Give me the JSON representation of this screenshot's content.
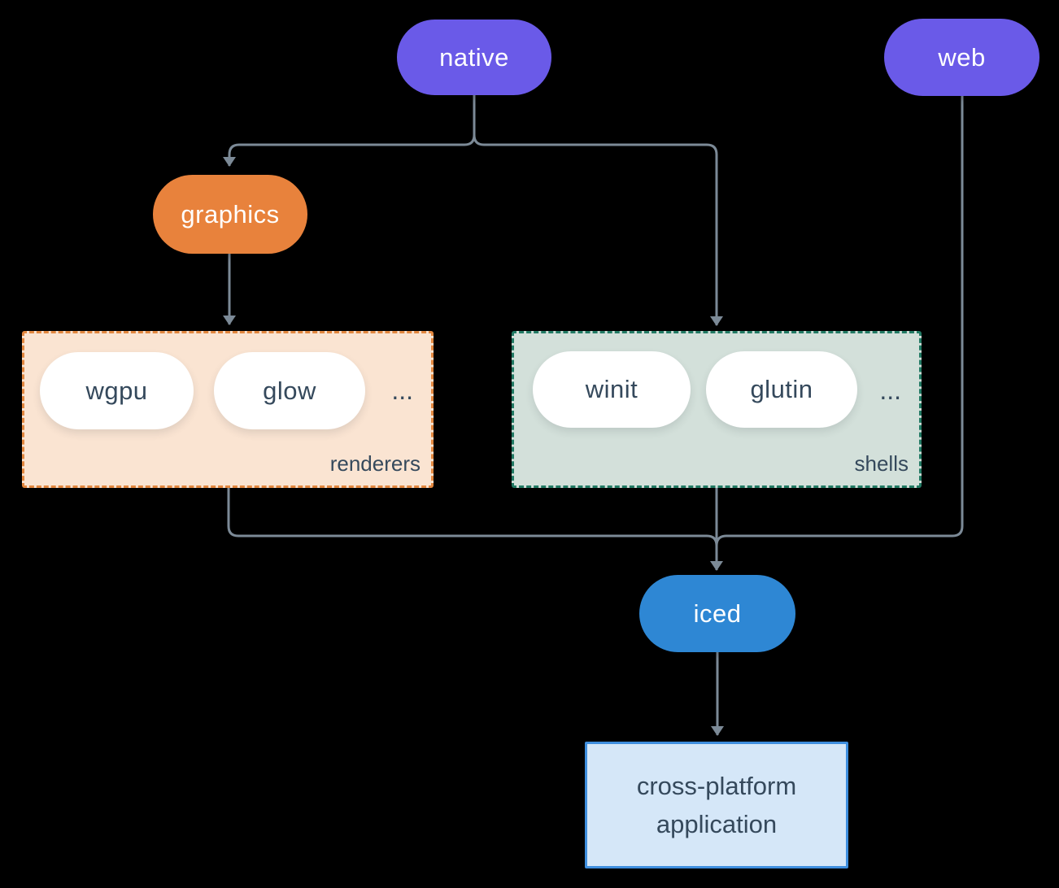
{
  "diagram": {
    "colors": {
      "background": "#000000",
      "connector": "#7c8a97",
      "node_purple": "#6a5ae8",
      "node_orange": "#e8823c",
      "node_blue": "#2e87d4",
      "node_text_light": "#ffffff",
      "node_text_dark": "#35495c",
      "renderers_bg": "#fae4d2",
      "renderers_border": "#e2873f",
      "shells_bg": "#d3e0da",
      "shells_border": "#227a64",
      "app_bg": "#d5e7f8",
      "app_border": "#3e8ede",
      "inner_pill_bg": "#ffffff"
    },
    "nodes": {
      "native": {
        "label": "native"
      },
      "web": {
        "label": "web"
      },
      "graphics": {
        "label": "graphics"
      },
      "iced": {
        "label": "iced"
      },
      "app": {
        "line1": "cross-platform",
        "line2": "application"
      }
    },
    "groups": {
      "renderers": {
        "label": "renderers",
        "items": [
          "wgpu",
          "glow"
        ],
        "more": "..."
      },
      "shells": {
        "label": "shells",
        "items": [
          "winit",
          "glutin"
        ],
        "more": "..."
      }
    },
    "edges": [
      {
        "from": "native",
        "to": "graphics"
      },
      {
        "from": "native",
        "to": "shells"
      },
      {
        "from": "graphics",
        "to": "renderers"
      },
      {
        "from": "renderers",
        "to": "iced"
      },
      {
        "from": "shells",
        "to": "iced"
      },
      {
        "from": "web",
        "to": "iced"
      },
      {
        "from": "iced",
        "to": "cross-platform application"
      }
    ]
  }
}
